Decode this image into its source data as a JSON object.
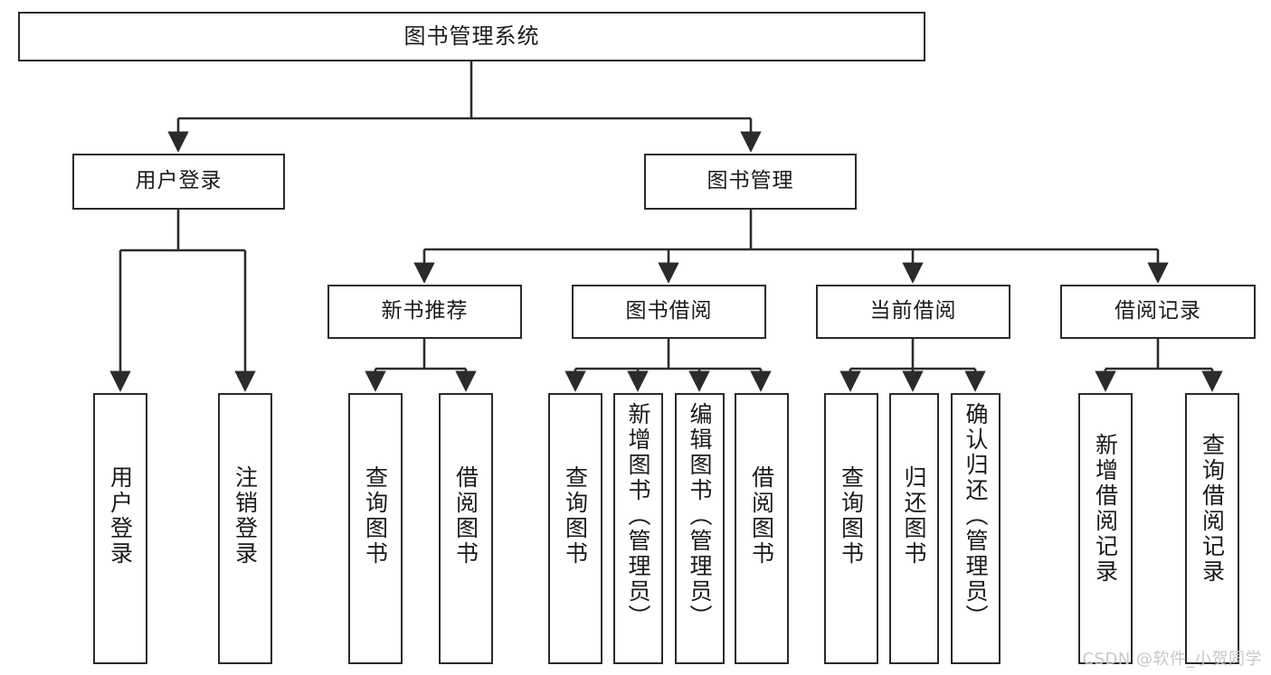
{
  "diagram": {
    "title": "图书管理系统",
    "root": {
      "id": "root",
      "label": "图书管理系统"
    },
    "level2": [
      {
        "id": "user-login",
        "label": "用户登录"
      },
      {
        "id": "book-manage",
        "label": "图书管理"
      }
    ],
    "level3": [
      {
        "id": "new-book-rec",
        "label": "新书推荐"
      },
      {
        "id": "book-borrow",
        "label": "图书借阅"
      },
      {
        "id": "current-borrow",
        "label": "当前借阅"
      },
      {
        "id": "borrow-record",
        "label": "借阅记录"
      }
    ],
    "leaves": [
      {
        "id": "leaf-user-login",
        "label": "用户登录",
        "parent": "用户登录"
      },
      {
        "id": "leaf-user-logout",
        "label": "注销登录",
        "parent": "用户登录"
      },
      {
        "id": "leaf-query-book-1",
        "label": "查询图书",
        "parent": "新书推荐"
      },
      {
        "id": "leaf-borrow-book-1",
        "label": "借阅图书",
        "parent": "新书推荐"
      },
      {
        "id": "leaf-query-book-2",
        "label": "查询图书",
        "parent": "图书借阅"
      },
      {
        "id": "leaf-add-book",
        "label": "新增图书（管理员）",
        "parent": "图书借阅"
      },
      {
        "id": "leaf-edit-book",
        "label": "编辑图书（管理员）",
        "parent": "图书借阅"
      },
      {
        "id": "leaf-borrow-book-2",
        "label": "借阅图书",
        "parent": "图书借阅"
      },
      {
        "id": "leaf-query-book-3",
        "label": "查询图书",
        "parent": "当前借阅"
      },
      {
        "id": "leaf-return-book",
        "label": "归还图书",
        "parent": "当前借阅"
      },
      {
        "id": "leaf-confirm-return",
        "label": "确认归还（管理员）",
        "parent": "当前借阅"
      },
      {
        "id": "leaf-add-record",
        "label": "新增借阅记录",
        "parent": "借阅记录"
      },
      {
        "id": "leaf-query-record",
        "label": "查询借阅记录",
        "parent": "借阅记录"
      }
    ],
    "watermark": "CSDN @软件_小贺同学",
    "colors": {
      "stroke": "#2b2b2b",
      "fill": "#ffffff",
      "text": "#1a1a1a",
      "watermark": "#c8c8c8"
    }
  }
}
